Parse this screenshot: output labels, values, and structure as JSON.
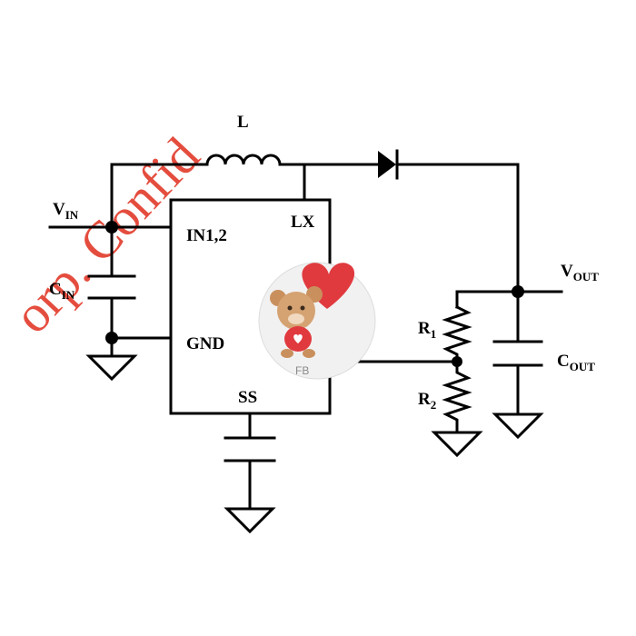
{
  "watermark": "orp. Confid",
  "sticker": {
    "text": "FB"
  },
  "labels": {
    "inductor": "L",
    "vin_main": "V",
    "vin_sub": "IN",
    "cin_main": "C",
    "cin_sub": "IN",
    "pin_in": "IN1,2",
    "pin_lx": "LX",
    "pin_gnd": "GND",
    "pin_ss": "SS",
    "vout_main": "V",
    "vout_sub": "OUT",
    "r1_main": "R",
    "r1_sub": "1",
    "r2_main": "R",
    "r2_sub": "2",
    "cout_main": "C",
    "cout_sub": "OUT"
  },
  "colors": {
    "line": "#000000",
    "watermark": "#e23a2a",
    "heart": "#e03a3f",
    "bear": "#c9905e"
  }
}
